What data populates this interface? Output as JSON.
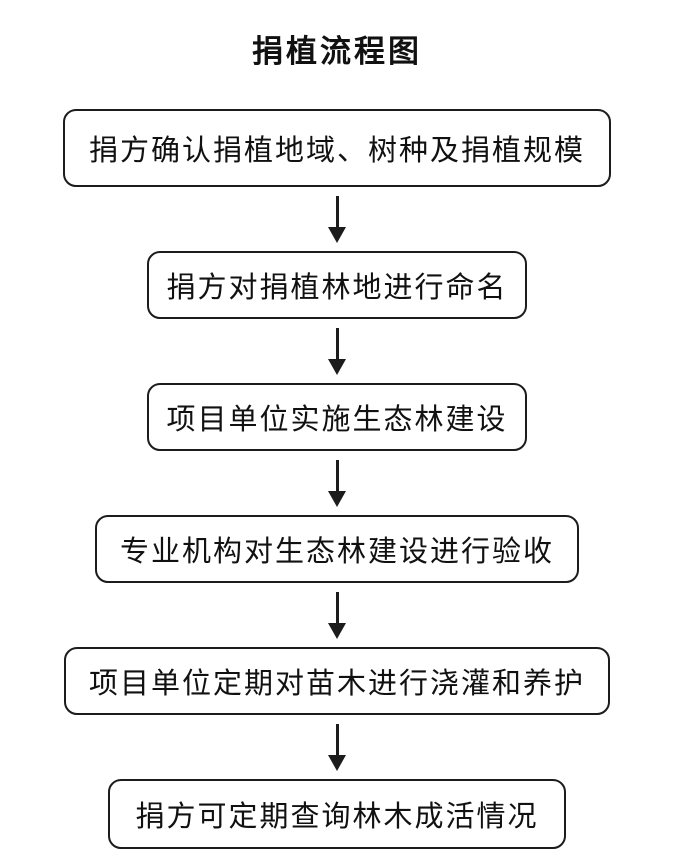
{
  "title": "捐植流程图",
  "steps": [
    {
      "label": "捐方确认捐植地域、树种及捐植规模"
    },
    {
      "label": "捐方对捐植林地进行命名"
    },
    {
      "label": "项目单位实施生态林建设"
    },
    {
      "label": "专业机构对生态林建设进行验收"
    },
    {
      "label": "项目单位定期对苗木进行浇灌和养护"
    },
    {
      "label": "捐方可定期查询林木成活情况"
    }
  ],
  "colors": {
    "border": "#1c1c1c",
    "text": "#111111",
    "background": "#ffffff"
  }
}
